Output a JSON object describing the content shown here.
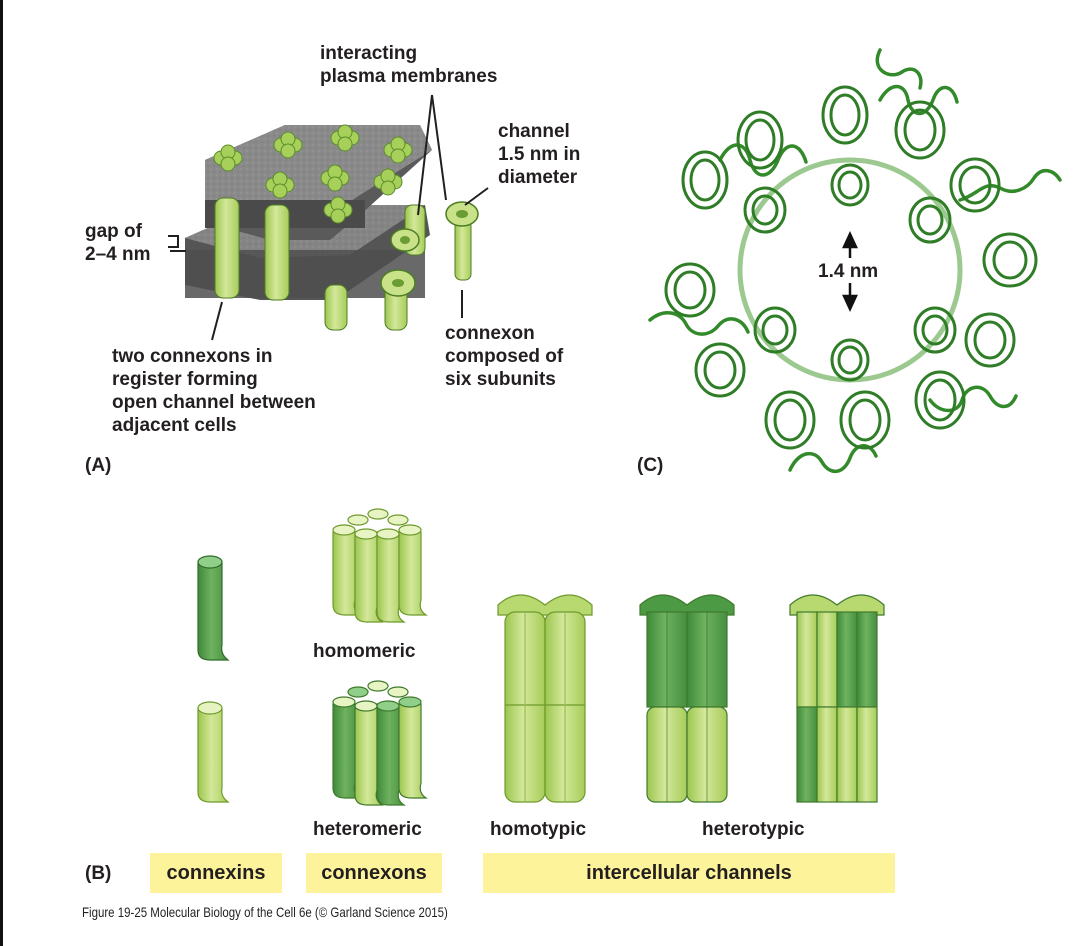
{
  "panel_a": {
    "label": "(A)",
    "interacting_membranes": "interacting\nplasma membranes",
    "channel_diameter": "channel\n1.5 nm in\ndiameter",
    "gap": "gap of\n2–4 nm",
    "connexon_subunits": "connexon\ncomposed of\nsix subunits",
    "two_connexons": "two connexons in\nregister forming\nopen channel between\nadjacent cells"
  },
  "panel_c": {
    "label": "(C)",
    "pore_size": "1.4 nm"
  },
  "panel_b": {
    "label": "(B)",
    "homomeric": "homomeric",
    "heteromeric": "heteromeric",
    "homotypic": "homotypic",
    "heterotypic": "heterotypic",
    "group_connexins": "connexins",
    "group_connexons": "connexons",
    "group_channels": "intercellular channels"
  },
  "colors": {
    "light_green": "#b5d56a",
    "dark_green": "#4b9a45",
    "membrane_grey": "#6d6d6d",
    "label_yellow": "#fdf39a"
  },
  "caption": "Figure 19-25 Molecular Biology of the Cell 6e (© Garland Science 2015)"
}
